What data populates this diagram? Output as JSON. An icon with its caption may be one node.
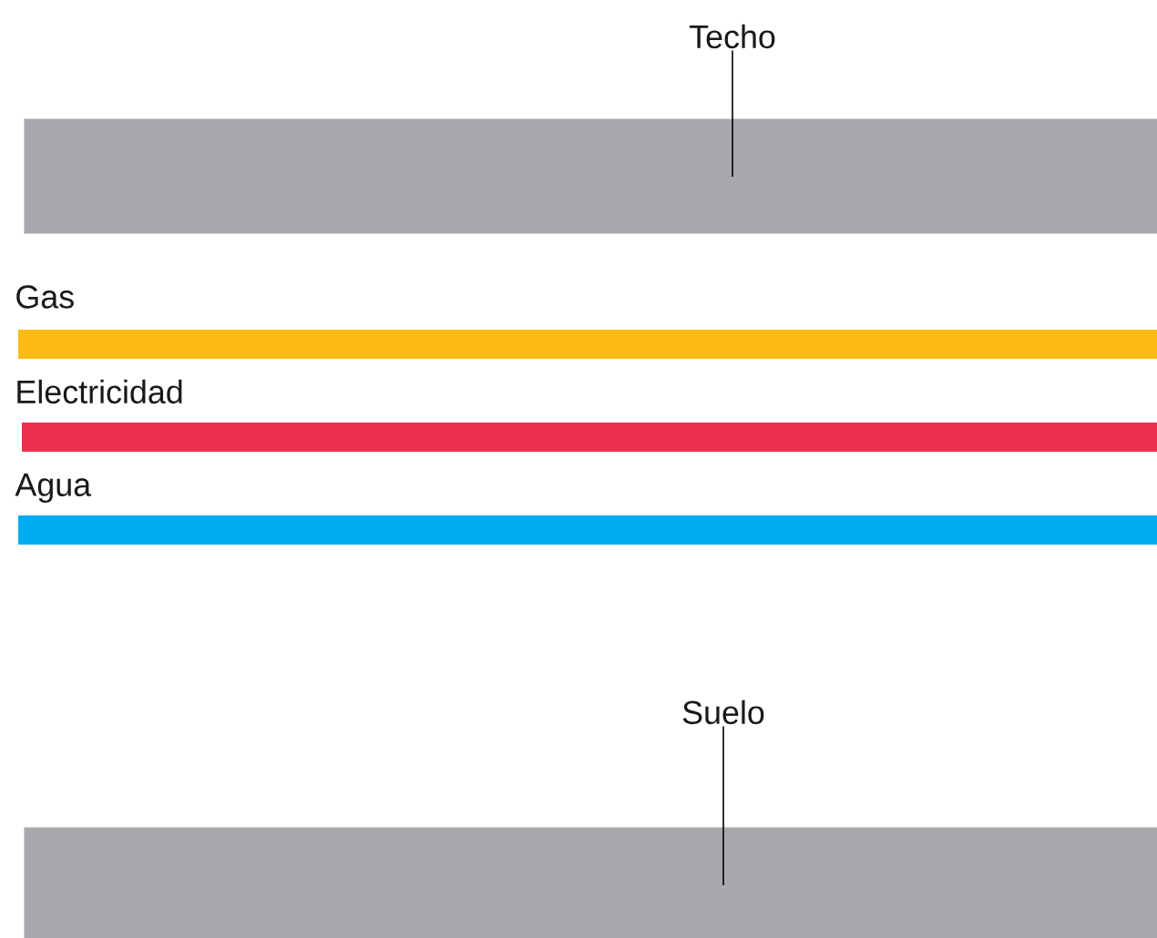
{
  "diagram": {
    "nodes": [
      {
        "text": [
          "Techo"
        ]
      },
      {
        "text": [],
        "shape": "bar"
      },
      {
        "text": [
          "Gas"
        ]
      },
      {
        "text": [
          "Electricidad"
        ]
      },
      {
        "text": [
          "Agua"
        ]
      },
      {
        "text": [
          "Suelo"
        ]
      },
      {
        "text": [],
        "shape": "bar"
      }
    ],
    "edges": [
      {
        "from": 0,
        "to": 1,
        "arrow": "none"
      },
      {
        "from": 5,
        "to": 6,
        "arrow": "none"
      }
    ]
  }
}
